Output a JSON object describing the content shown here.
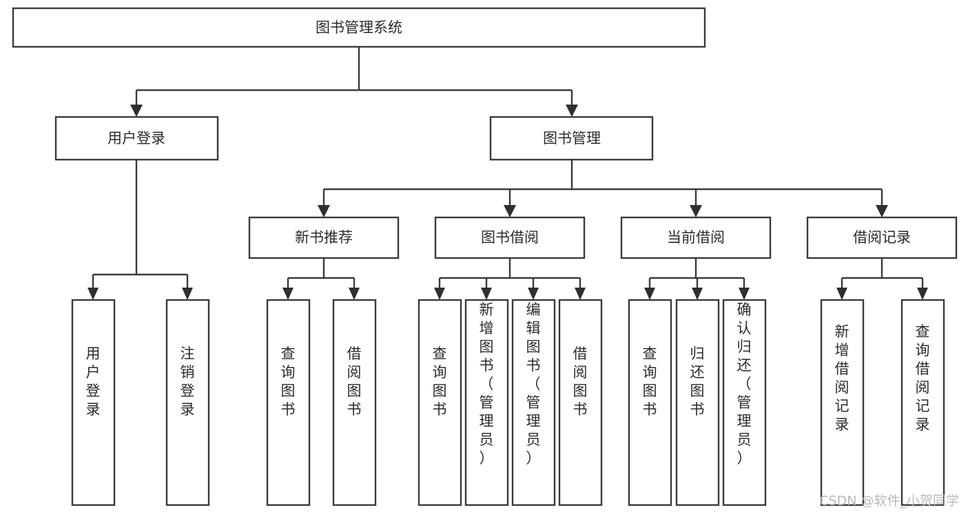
{
  "diagram": {
    "title": "图书管理系统",
    "type": "tree-hierarchy-chart",
    "root": {
      "id": "root",
      "label": "图书管理系统"
    },
    "level2": [
      {
        "id": "user-login",
        "label": "用户登录"
      },
      {
        "id": "book-management",
        "label": "图书管理"
      }
    ],
    "level3": [
      {
        "id": "new-book-recommend",
        "label": "新书推荐",
        "parent": "book-management"
      },
      {
        "id": "book-borrow",
        "label": "图书借阅",
        "parent": "book-management"
      },
      {
        "id": "current-borrow",
        "label": "当前借阅",
        "parent": "book-management"
      },
      {
        "id": "borrow-record",
        "label": "借阅记录",
        "parent": "book-management"
      }
    ],
    "leaves": {
      "user-login": [
        {
          "id": "leaf-user-login",
          "label": "用户登录"
        },
        {
          "id": "leaf-logout-login",
          "label": "注销登录"
        }
      ],
      "new-book-recommend": [
        {
          "id": "leaf-query-book-1",
          "label": "查询图书"
        },
        {
          "id": "leaf-borrow-book-1",
          "label": "借阅图书"
        }
      ],
      "book-borrow": [
        {
          "id": "leaf-query-book-2",
          "label": "查询图书"
        },
        {
          "id": "leaf-add-book",
          "label": "新增图书（管理员）"
        },
        {
          "id": "leaf-edit-book",
          "label": "编辑图书（管理员）"
        },
        {
          "id": "leaf-borrow-book-2",
          "label": "借阅图书"
        }
      ],
      "current-borrow": [
        {
          "id": "leaf-query-book-3",
          "label": "查询图书"
        },
        {
          "id": "leaf-return-book",
          "label": "归还图书"
        },
        {
          "id": "leaf-confirm-return",
          "label": "确认归还（管理员）"
        }
      ],
      "borrow-record": [
        {
          "id": "leaf-add-record",
          "label": "新增借阅记录"
        },
        {
          "id": "leaf-query-record",
          "label": "查询借阅记录"
        }
      ]
    }
  },
  "watermark": {
    "text": "CSDN @软件_小贺同学"
  },
  "colors": {
    "box_stroke": "#3a3a3a",
    "box_fill": "#ffffff",
    "connector": "#3a3a3a",
    "text": "#2b2b2b",
    "watermark": "#b9b9b9",
    "background": "#ffffff"
  }
}
